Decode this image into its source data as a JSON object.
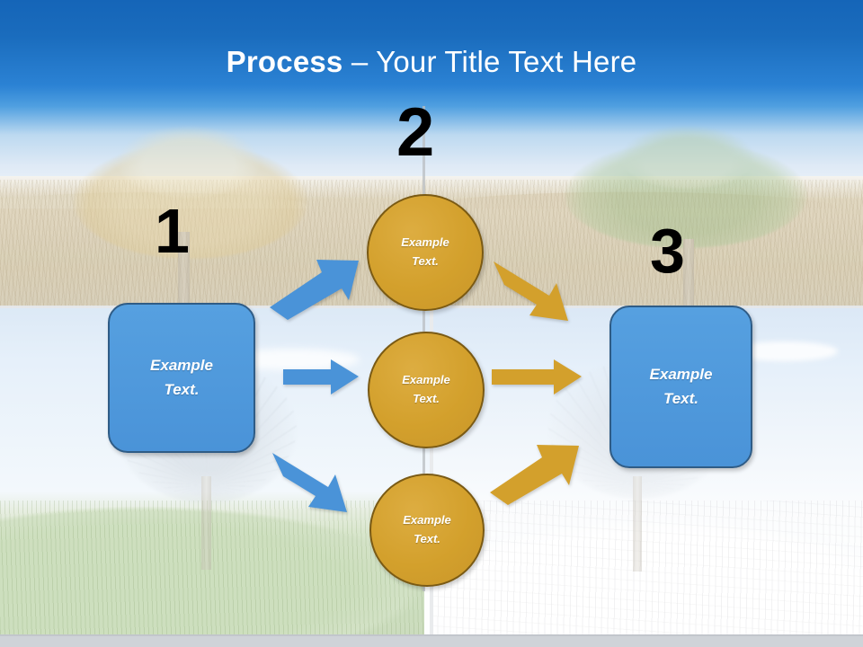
{
  "slide": {
    "title": {
      "strong": "Process",
      "rest": " – Your Title Text Here",
      "full": "Process – Your Title Text Here"
    },
    "colors": {
      "header_blue_top": "#1565b8",
      "header_blue_bottom": "#4f9fe0",
      "box_blue": "#4a93d8",
      "box_border": "#2f5c86",
      "circle_gold": "#d3a02c",
      "circle_border": "#7a5a14",
      "arrow_blue": "#4a93d8",
      "arrow_gold": "#d3a02c",
      "number_black": "#000000",
      "title_white": "#ffffff"
    },
    "step_numbers": [
      {
        "name": "step-1",
        "label": "1"
      },
      {
        "name": "step-2",
        "label": "2"
      },
      {
        "name": "step-3",
        "label": "3"
      }
    ],
    "boxes": [
      {
        "name": "start-box",
        "line1": "Example",
        "line2": "Text."
      },
      {
        "name": "end-box",
        "line1": "Example",
        "line2": "Text."
      }
    ],
    "circles": [
      {
        "name": "circle-top",
        "line1": "Example",
        "line2": "Text."
      },
      {
        "name": "circle-middle",
        "line1": "Example",
        "line2": "Text."
      },
      {
        "name": "circle-bottom",
        "line1": "Example",
        "line2": "Text."
      }
    ],
    "arrows": [
      {
        "name": "arrow-start-to-top",
        "color": "#4a93d8",
        "direction": "up-right"
      },
      {
        "name": "arrow-start-to-middle",
        "color": "#4a93d8",
        "direction": "right"
      },
      {
        "name": "arrow-start-to-bottom",
        "color": "#4a93d8",
        "direction": "down-right"
      },
      {
        "name": "arrow-top-to-end",
        "color": "#d3a02c",
        "direction": "down-right"
      },
      {
        "name": "arrow-middle-to-end",
        "color": "#d3a02c",
        "direction": "right"
      },
      {
        "name": "arrow-bottom-to-end",
        "color": "#d3a02c",
        "direction": "up-right"
      }
    ],
    "background": {
      "quadrants": [
        {
          "name": "upper-band",
          "season": "autumn dry field with trees"
        },
        {
          "name": "lower-left",
          "season": "spring green meadow with bare tree"
        },
        {
          "name": "lower-right",
          "season": "winter snow field with bare tree"
        }
      ]
    }
  }
}
